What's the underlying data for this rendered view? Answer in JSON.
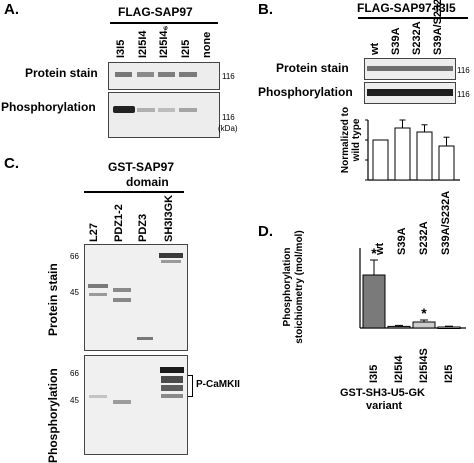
{
  "panels": {
    "A": {
      "letter": "A.",
      "header": "FLAG-SAP97",
      "lanes": [
        "I3I5",
        "I2I5I4",
        "I2I5I4₆",
        "I2I5",
        "none"
      ],
      "row_labels": [
        "Protein stain",
        "Phosphorylation"
      ],
      "mw_marker": "116",
      "mw_unit": "(kDa)"
    },
    "B": {
      "letter": "B.",
      "header": "FLAG-SAP97-I3I5",
      "lanes": [
        "wt",
        "S39A",
        "S232A",
        "S39A/ S232A"
      ],
      "row_labels": [
        "Protein stain",
        "Phosphorylation"
      ],
      "mw_marker": "116",
      "ylabel": "Normalized to wild type",
      "chart_data": {
        "type": "bar",
        "categories": [
          "wt",
          "S39A",
          "S232A",
          "S39A/ S232A"
        ],
        "values": [
          1.0,
          1.3,
          1.2,
          0.85
        ],
        "errors": [
          0.0,
          0.2,
          0.18,
          0.22
        ],
        "ylim": [
          0,
          1.5
        ],
        "yticks": [
          0,
          0.5,
          1.0,
          1.5
        ],
        "xlabel": "",
        "ylabel": "Normalized to wild type"
      }
    },
    "C": {
      "letter": "C.",
      "header_line1": "GST-SAP97",
      "header_line2": "domain",
      "lanes": [
        "L27",
        "PDZ1-2",
        "PDZ3",
        "SH3I3GK"
      ],
      "row_labels": [
        "Protein stain",
        "Phosphorylation"
      ],
      "mw_markers": [
        "66",
        "45",
        "66",
        "45"
      ],
      "annotation": "P-CaMKII"
    },
    "D": {
      "letter": "D.",
      "ylabel": "Phosphorylation stoichiometry (mol/mol)",
      "xlabel_line1": "GST-SH3-U5-GK",
      "xlabel_line2": "variant",
      "chart_data": {
        "type": "bar",
        "categories": [
          "I3I5",
          "I2I5I4",
          "I2I5I4S",
          "I2I5"
        ],
        "values": [
          2.65,
          0.08,
          0.3,
          0.05
        ],
        "errors": [
          0.75,
          0.05,
          0.1,
          0.04
        ],
        "significance": [
          "*",
          "",
          "*",
          ""
        ],
        "ylim": [
          0,
          4
        ],
        "xlabel": "GST-SH3-U5-GK variant",
        "ylabel": "Phosphorylation stoichiometry (mol/mol)",
        "colors": [
          "#7a7a7a",
          "#a8a8a8",
          "#cccccc",
          "#e6e6e6"
        ]
      }
    }
  }
}
